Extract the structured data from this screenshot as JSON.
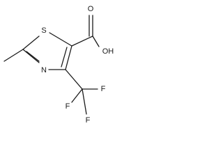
{
  "molecule": {
    "atoms": {
      "sulfur": "S",
      "nitrogen": "N",
      "carbonyl_oxygen": "O",
      "hydroxyl": "OH",
      "fluorine_1": "F",
      "fluorine_2": "F",
      "fluorine_3": "F"
    }
  }
}
